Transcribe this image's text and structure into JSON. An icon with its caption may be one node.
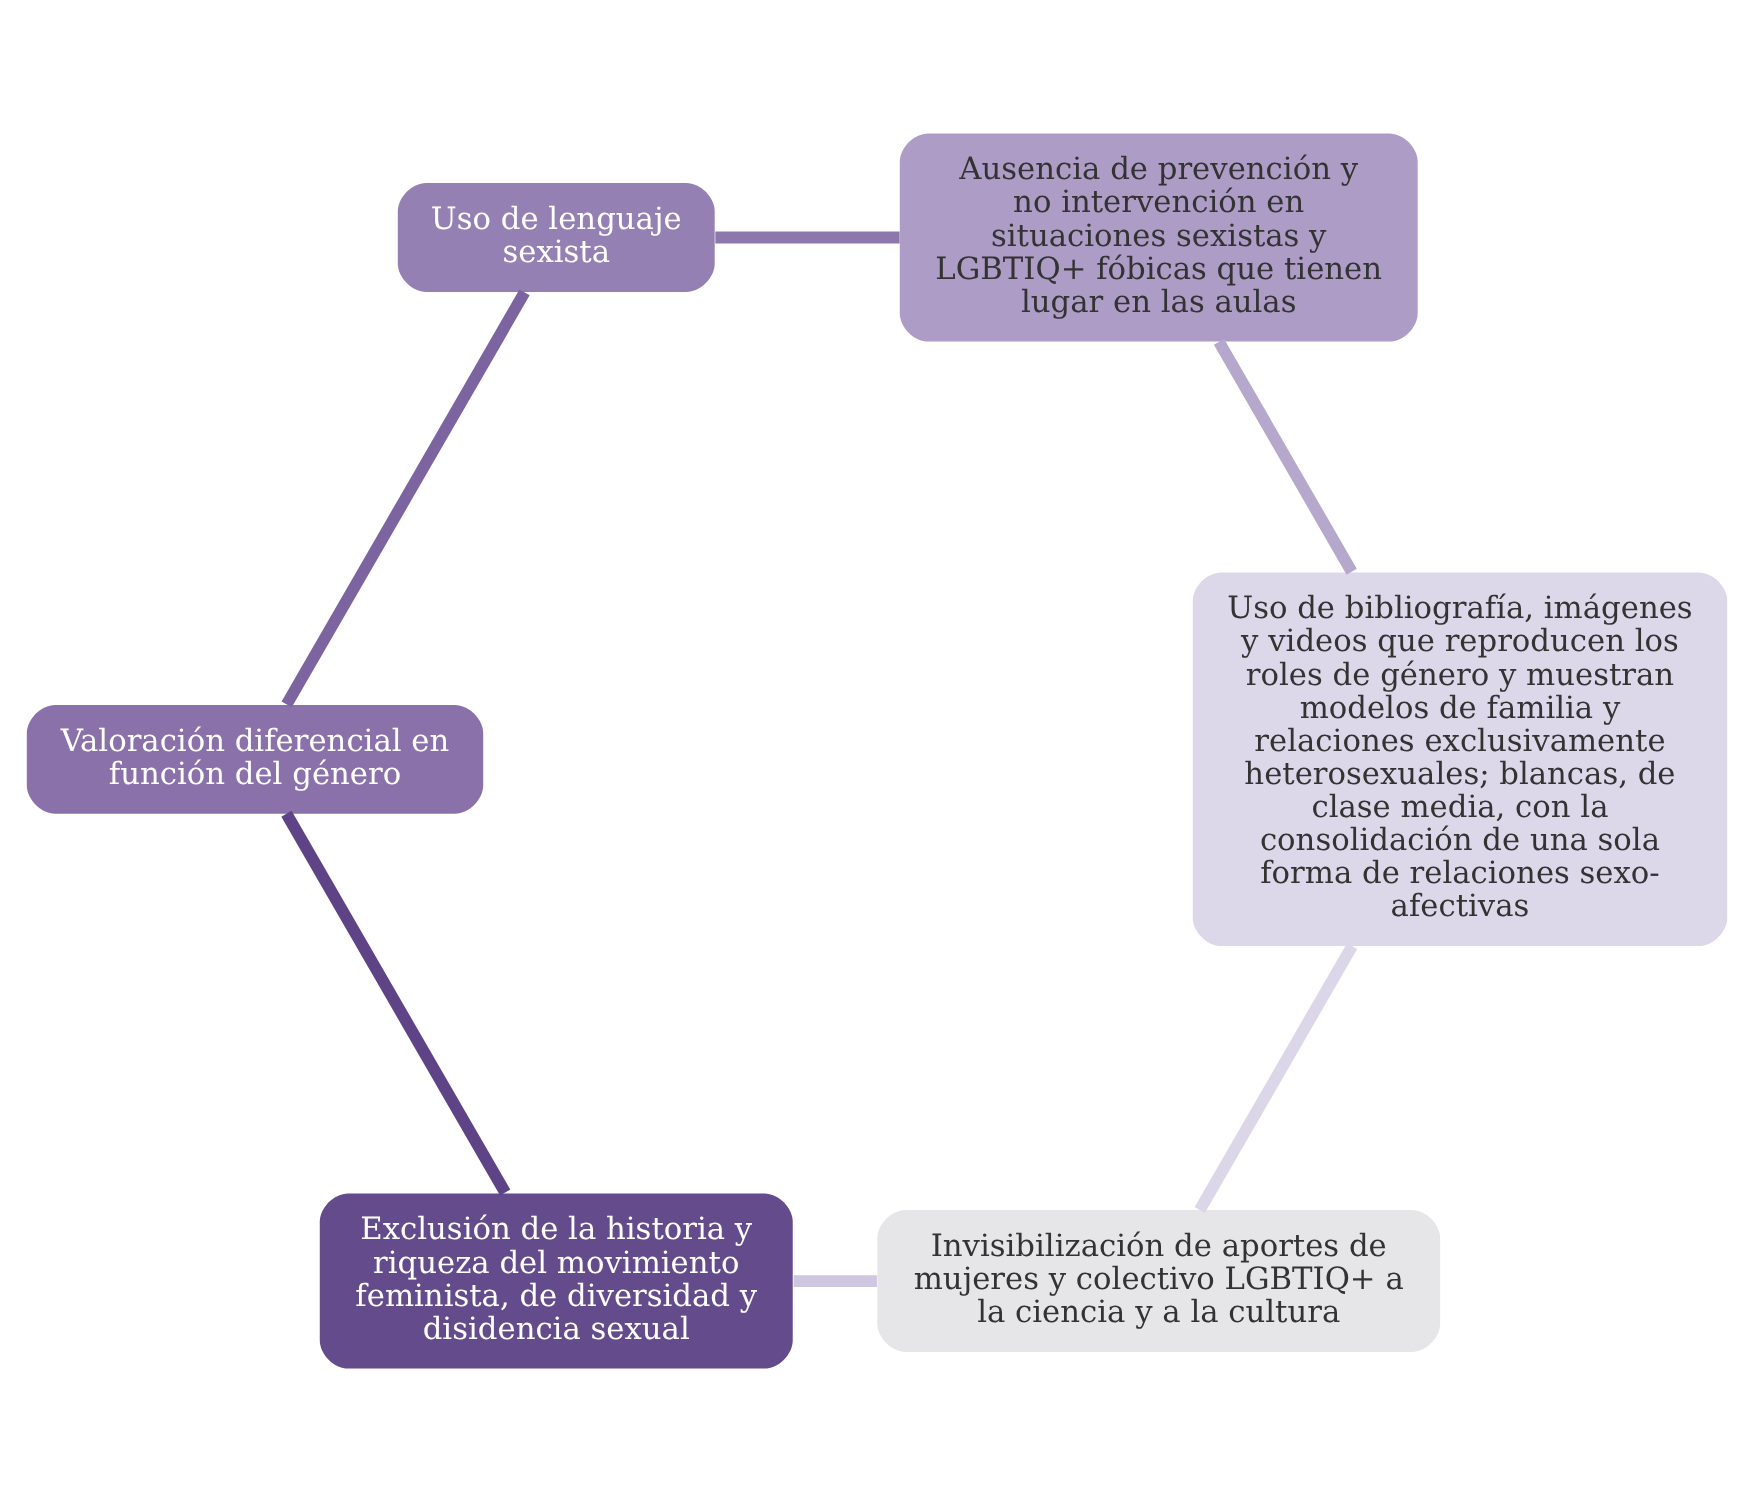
{
  "diagram": {
    "nodes": [
      {
        "text": [
          "Invisibilización de aportes de mujeres y colectivo LGBTIQ+ a la ciencia y a la cultura"
        ]
      },
      {
        "text": [
          "Uso de bibliografía, imágenes y videos que reproducen los roles de género y muestran modelos de familia y relaciones exclusivamente heterosexuales; blancas, de clase media, con la consolidación de una sola forma de relaciones sexo-afectivas"
        ]
      },
      {
        "text": [
          "Exclusión de la historia y riqueza del movimiento feminista, de diversidad y disidencia sexual"
        ]
      },
      {
        "text": [
          "Ausencia de prevención y no intervención en situaciones sexistas y LGBTIQ+ fóbicas que tienen lugar en las aulas"
        ]
      },
      {
        "text": [
          "Valoración diferencial en función del género"
        ]
      },
      {
        "text": [
          "Uso de lenguaje sexista"
        ]
      }
    ],
    "edges": [
      {
        "from": 0,
        "to": 2,
        "arrow": "none",
        "color": "#cfc6e0"
      },
      {
        "from": 2,
        "to": 4,
        "arrow": "none",
        "color": "#5e4486"
      },
      {
        "from": 4,
        "to": 5,
        "arrow": "none",
        "color": "#7b64a0"
      },
      {
        "from": 5,
        "to": 3,
        "arrow": "none",
        "color": "#8c78ad"
      },
      {
        "from": 3,
        "to": 1,
        "arrow": "none",
        "color": "#b5a8cc"
      },
      {
        "from": 1,
        "to": 0,
        "arrow": "none",
        "color": "#dcd7e8"
      }
    ]
  }
}
